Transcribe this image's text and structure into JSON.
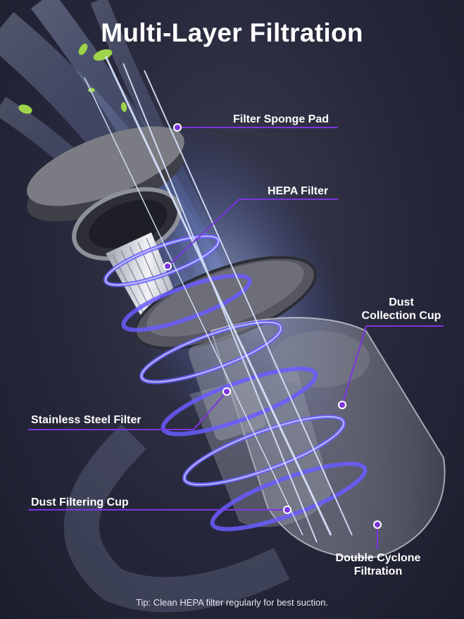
{
  "title": "Multi-Layer Filtration",
  "labels": {
    "filter_sponge_pad": "Filter Sponge Pad",
    "hepa_filter": "HEPA Filter",
    "dust_collection_cup_line1": "Dust",
    "dust_collection_cup_line2": "Collection Cup",
    "stainless_steel_filter": "Stainless Steel Filter",
    "dust_filtering_cup": "Dust Filtering Cup",
    "double_cyclone_line1": "Double Cyclone",
    "double_cyclone_line2": "Filtration"
  },
  "tip": "Tip: Clean HEPA filter regularly for best suction.",
  "colors": {
    "accent": "#7b35e0",
    "airflow": "#7aa8ff",
    "swirl": "#5a4dff",
    "background": "#26273a"
  }
}
